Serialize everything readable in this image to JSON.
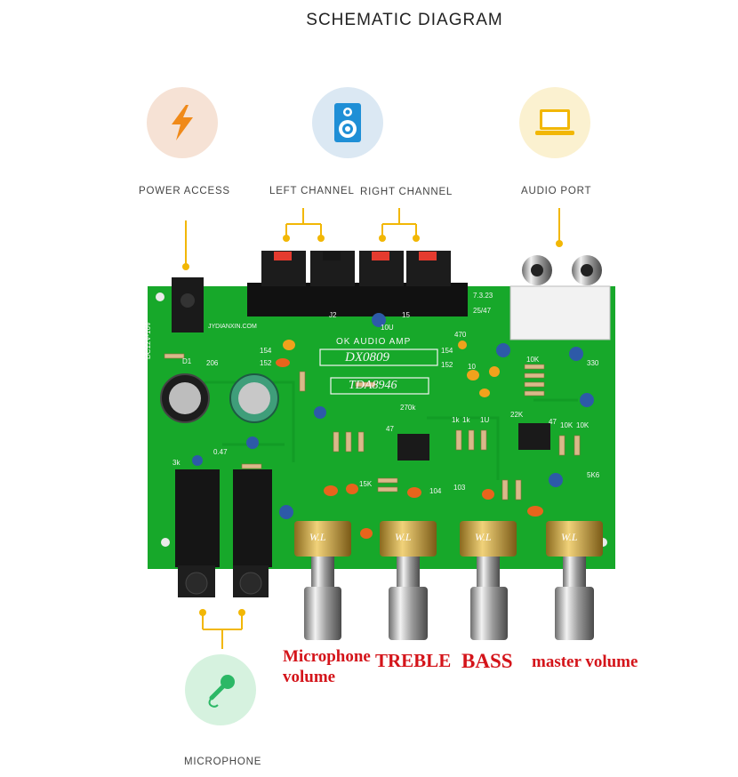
{
  "title": "SCHEMATIC DIAGRAM",
  "features": [
    {
      "label": "POWER ACCESS",
      "icon": "lightning-bolt-icon",
      "color": "#f6e2d5"
    },
    {
      "label": "LEFT CHANNEL",
      "icon": "speaker-icon",
      "color": "#dbe8f3"
    },
    {
      "label": "RIGHT CHANNEL",
      "icon": "speaker-icon"
    },
    {
      "label": "AUDIO PORT",
      "icon": "laptop-icon",
      "color": "#fbf1d0"
    },
    {
      "label": "MICROPHONE",
      "icon": "microphone-icon",
      "color": "#d6f2df"
    }
  ],
  "board": {
    "model": "DX0809",
    "chip": "TDA8946",
    "header": "OK AUDIO AMP",
    "brand": "JYDIANXIN.COM",
    "power_rating": "DC12V-16V",
    "silkscreen": [
      "J2",
      "D1",
      "206",
      "154",
      "152",
      "154",
      "152",
      "470",
      "10K",
      "330",
      "270k",
      "47",
      "1k",
      "1k",
      "1U",
      "22K",
      "10K",
      "10K",
      "103",
      "104",
      "0.47",
      "3k",
      "10",
      "15K",
      "5K6",
      "47",
      "7.3.23",
      "25/47",
      "10U",
      "15"
    ],
    "pot_label": "W.L"
  },
  "knobs": [
    {
      "label_line1": "Microphone",
      "label_line2": "volume"
    },
    {
      "label_line1": "TREBLE"
    },
    {
      "label_line1": "BASS"
    },
    {
      "label_line1": "master volume"
    }
  ],
  "colors": {
    "accent": "#f2b705",
    "pcb": "#17a82a",
    "label_red": "#d4141a"
  }
}
